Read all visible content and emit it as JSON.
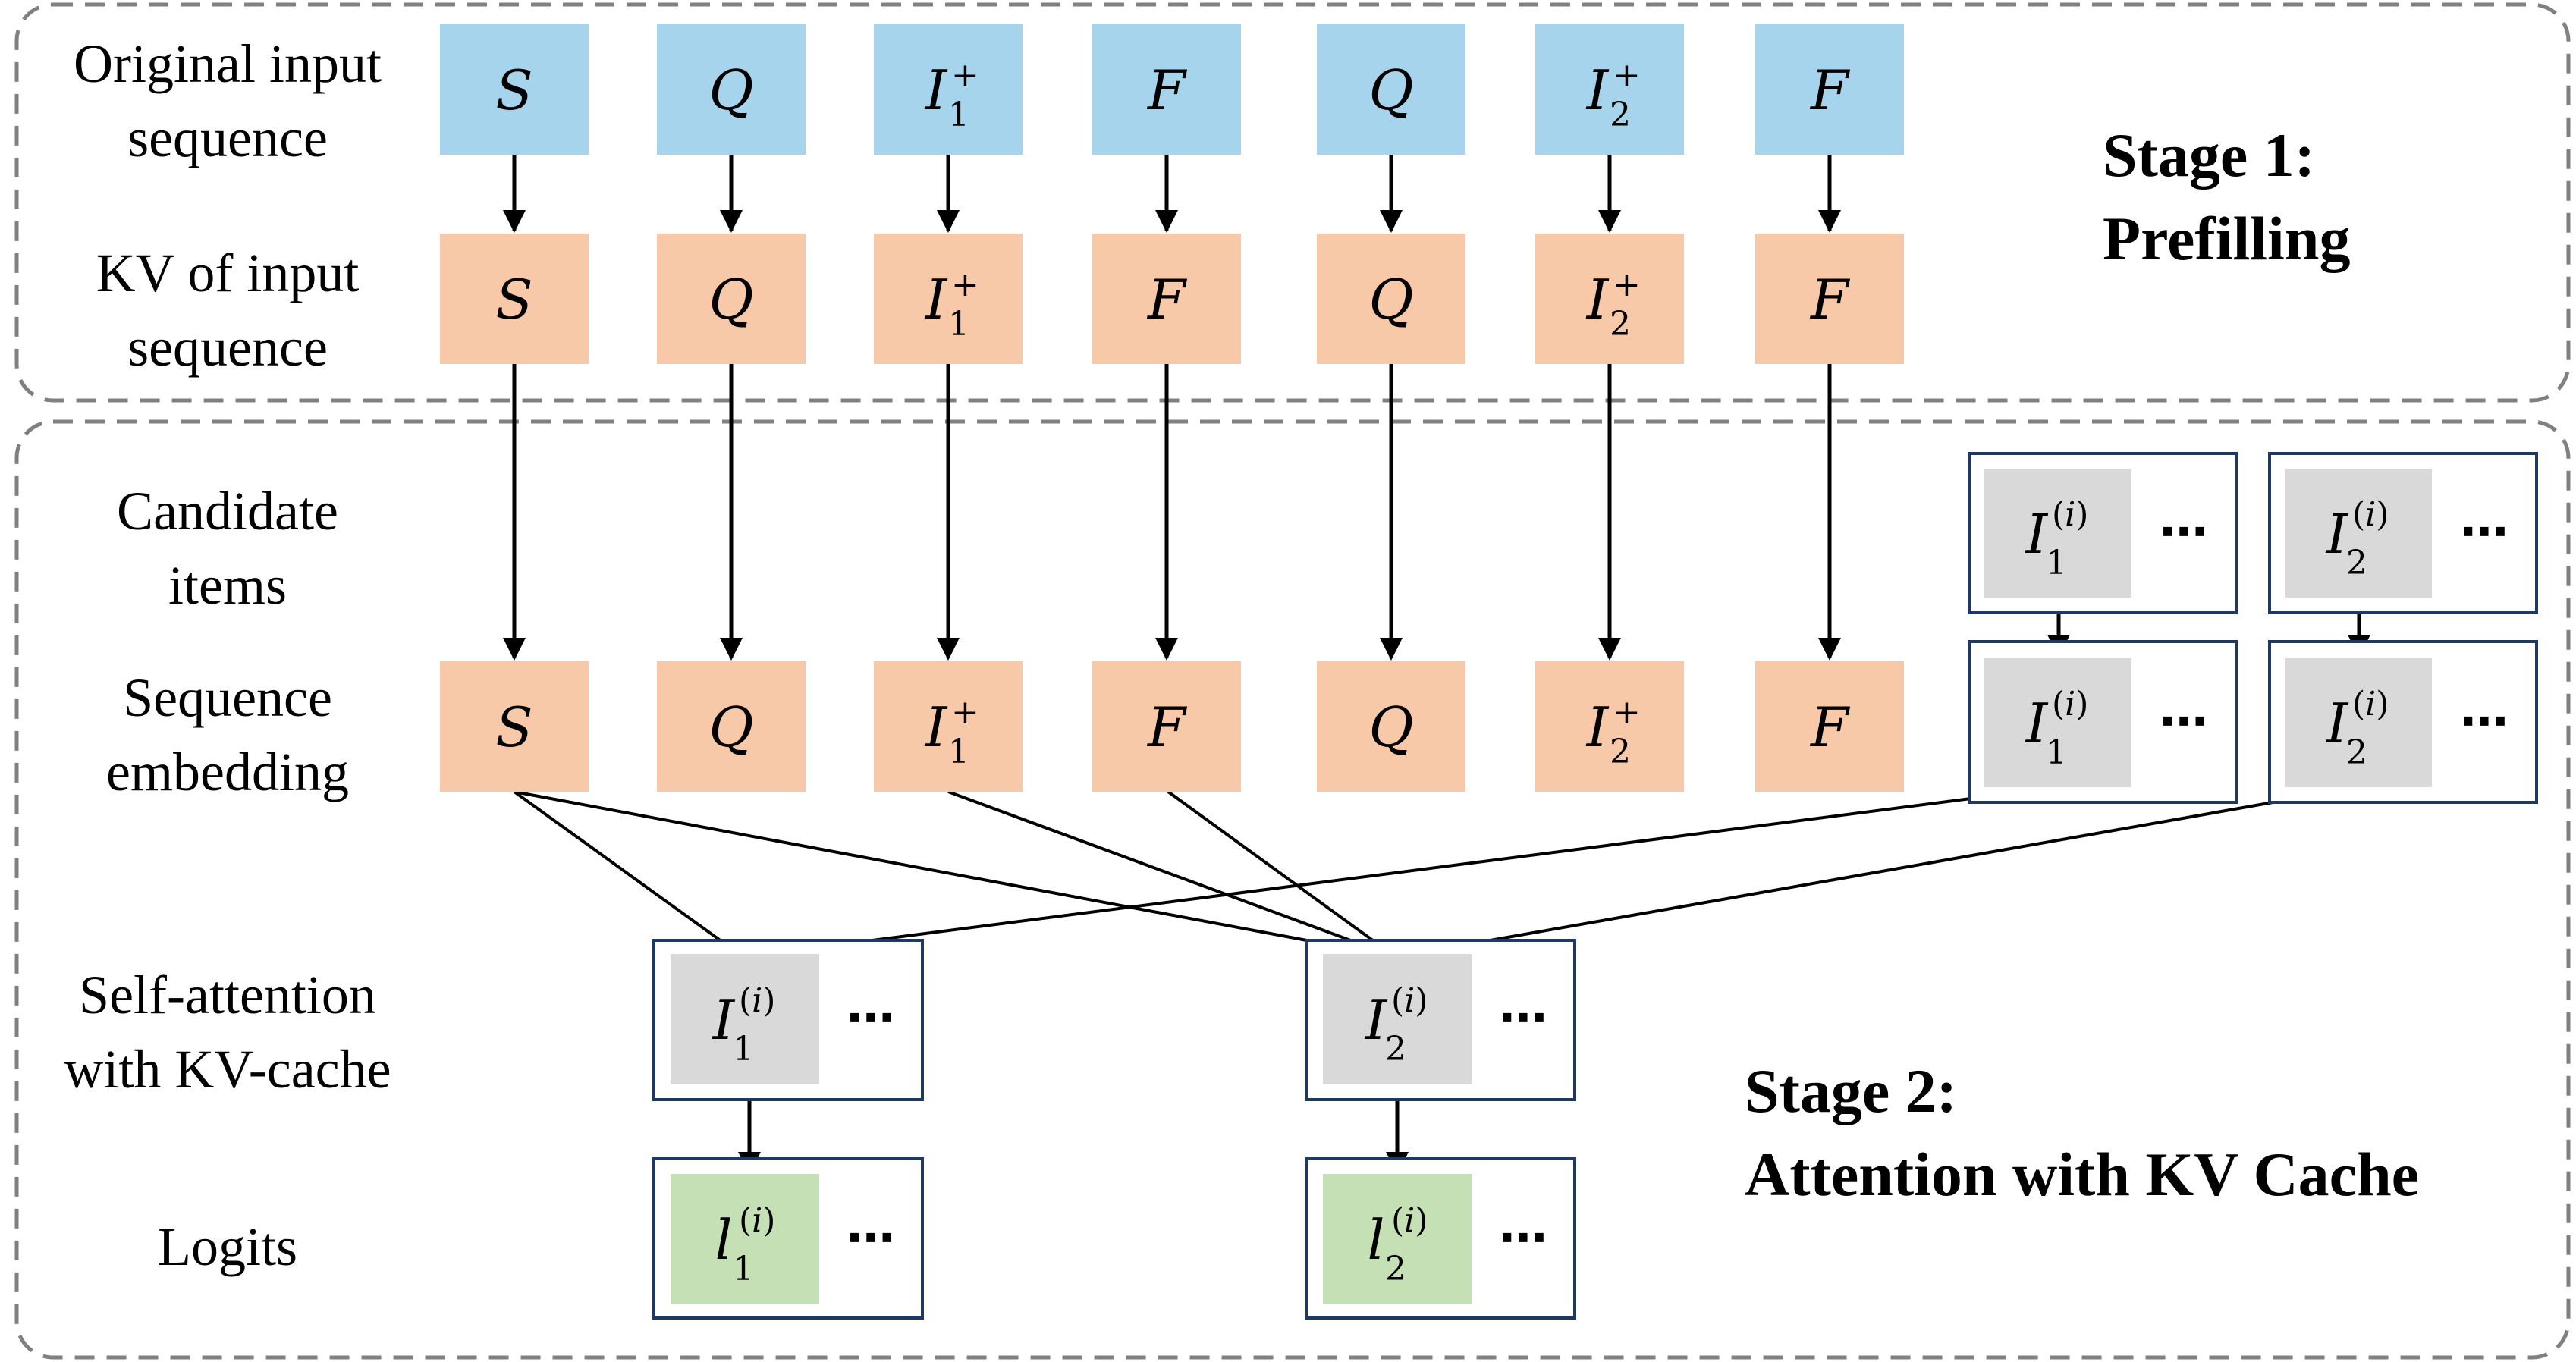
{
  "colors": {
    "input_token": "#a6d4ec",
    "kv_token": "#f7c9a8",
    "item_token": "#d9d9d9",
    "logit_token": "#c5e0b4",
    "frame_border": "#1f3864",
    "stage_border": "#808080",
    "arrow": "#000000"
  },
  "stage1": {
    "line1": "Stage 1:",
    "line2": "Prefilling"
  },
  "stage2": {
    "line1": "Stage 2:",
    "line2": "Attention with KV Cache"
  },
  "row_labels": {
    "original": [
      "Original input",
      "sequence"
    ],
    "kv": [
      "KV of input",
      "sequence"
    ],
    "candidate": [
      "Candidate",
      "items"
    ],
    "embedding": [
      "Sequence",
      "embedding"
    ],
    "self_attention": [
      "Self-attention",
      "with KV-cache"
    ],
    "logits": [
      "Logits"
    ]
  },
  "sequence_tokens": [
    {
      "symbol": "S",
      "sub": "",
      "sup": ""
    },
    {
      "symbol": "Q",
      "sub": "",
      "sup": ""
    },
    {
      "symbol": "I",
      "sub": "1",
      "sup": "+"
    },
    {
      "symbol": "F",
      "sub": "",
      "sup": ""
    },
    {
      "symbol": "Q",
      "sub": "",
      "sup": ""
    },
    {
      "symbol": "I",
      "sub": "2",
      "sup": "+"
    },
    {
      "symbol": "F",
      "sub": "",
      "sup": ""
    }
  ],
  "candidate_items": [
    {
      "symbol": "I",
      "sub": "1",
      "sup": "(i)"
    },
    {
      "symbol": "I",
      "sub": "2",
      "sup": "(i)"
    }
  ],
  "attention_items": [
    {
      "symbol": "I",
      "sub": "1",
      "sup": "(i)"
    },
    {
      "symbol": "I",
      "sub": "2",
      "sup": "(i)"
    }
  ],
  "logit_items": [
    {
      "symbol": "l",
      "sub": "1",
      "sup": "(i)"
    },
    {
      "symbol": "l",
      "sub": "2",
      "sup": "(i)"
    }
  ],
  "ellipsis": "⋯"
}
